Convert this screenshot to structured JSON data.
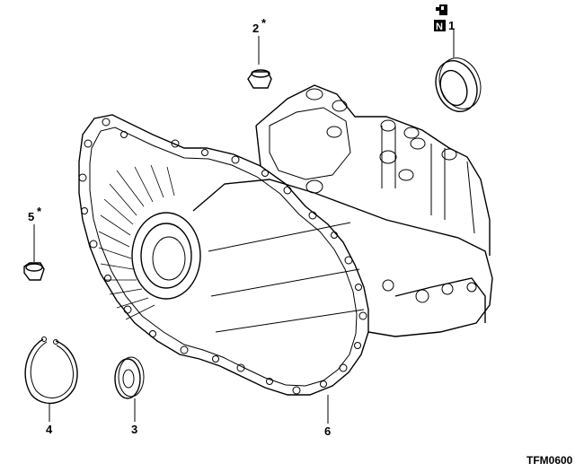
{
  "diagram": {
    "figure_code": "TFM0600",
    "callouts": [
      {
        "id": "1",
        "label": "1",
        "has_N_badge": true
      },
      {
        "id": "2",
        "label": "2",
        "marker": "*"
      },
      {
        "id": "3",
        "label": "3"
      },
      {
        "id": "4",
        "label": "4"
      },
      {
        "id": "5",
        "label": "5",
        "marker": "*"
      },
      {
        "id": "6",
        "label": "6"
      }
    ],
    "badge_text": "N",
    "parts": [
      {
        "ref": "1",
        "name": "oil-seal"
      },
      {
        "ref": "2",
        "name": "bushing"
      },
      {
        "ref": "3",
        "name": "oil-seal-small"
      },
      {
        "ref": "4",
        "name": "snap-ring"
      },
      {
        "ref": "5",
        "name": "bushing"
      },
      {
        "ref": "6",
        "name": "transaxle-case"
      }
    ],
    "colors": {
      "line": "#000000",
      "background": "#ffffff"
    }
  }
}
